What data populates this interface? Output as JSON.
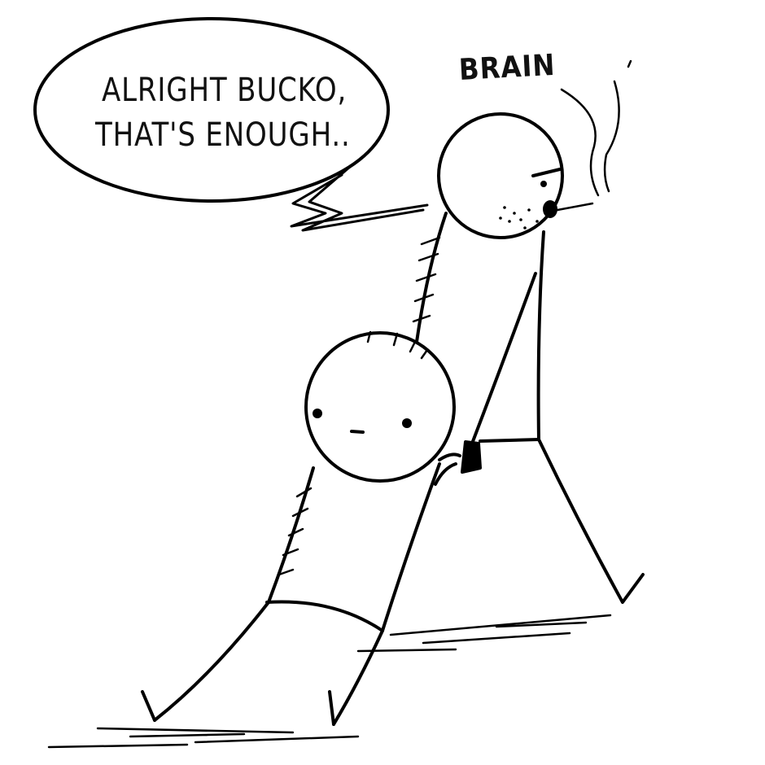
{
  "speech_bubble": {
    "line1": "ALRIGHT BUCKO,",
    "line2": "THAT'S ENOUGH.."
  },
  "labels": {
    "brain": "BRAIN"
  },
  "colors": {
    "ink": "#000000",
    "background": "#ffffff"
  }
}
